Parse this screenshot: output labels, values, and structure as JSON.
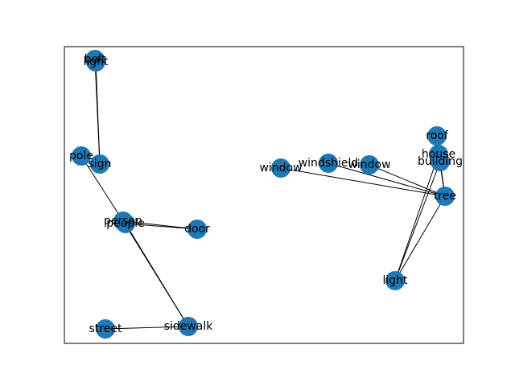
{
  "nodes": [
    {
      "id": "bolt",
      "label": "bolt"
    },
    {
      "id": "light1",
      "label": "light"
    },
    {
      "id": "pole",
      "label": "pole"
    },
    {
      "id": "sign",
      "label": "sign"
    },
    {
      "id": "person",
      "label": "person"
    },
    {
      "id": "people",
      "label": "people"
    },
    {
      "id": "door",
      "label": "door"
    },
    {
      "id": "street",
      "label": "street"
    },
    {
      "id": "sidewalk",
      "label": "sidewalk"
    },
    {
      "id": "window1",
      "label": "window"
    },
    {
      "id": "windshield",
      "label": "windshield"
    },
    {
      "id": "window2",
      "label": "window"
    },
    {
      "id": "roof",
      "label": "roof"
    },
    {
      "id": "house",
      "label": "house"
    },
    {
      "id": "building",
      "label": "building"
    },
    {
      "id": "tree",
      "label": "tree"
    },
    {
      "id": "light2",
      "label": "light"
    }
  ],
  "edges": [
    [
      "bolt",
      "sign"
    ],
    [
      "light1",
      "sign"
    ],
    [
      "pole",
      "person"
    ],
    [
      "person",
      "door"
    ],
    [
      "people",
      "door"
    ],
    [
      "person",
      "sidewalk"
    ],
    [
      "people",
      "sidewalk"
    ],
    [
      "street",
      "sidewalk"
    ],
    [
      "window1",
      "tree"
    ],
    [
      "windshield",
      "tree"
    ],
    [
      "window2",
      "tree"
    ],
    [
      "house",
      "tree"
    ],
    [
      "building",
      "tree"
    ],
    [
      "house",
      "light2"
    ],
    [
      "building",
      "light2"
    ],
    [
      "tree",
      "light2"
    ]
  ]
}
